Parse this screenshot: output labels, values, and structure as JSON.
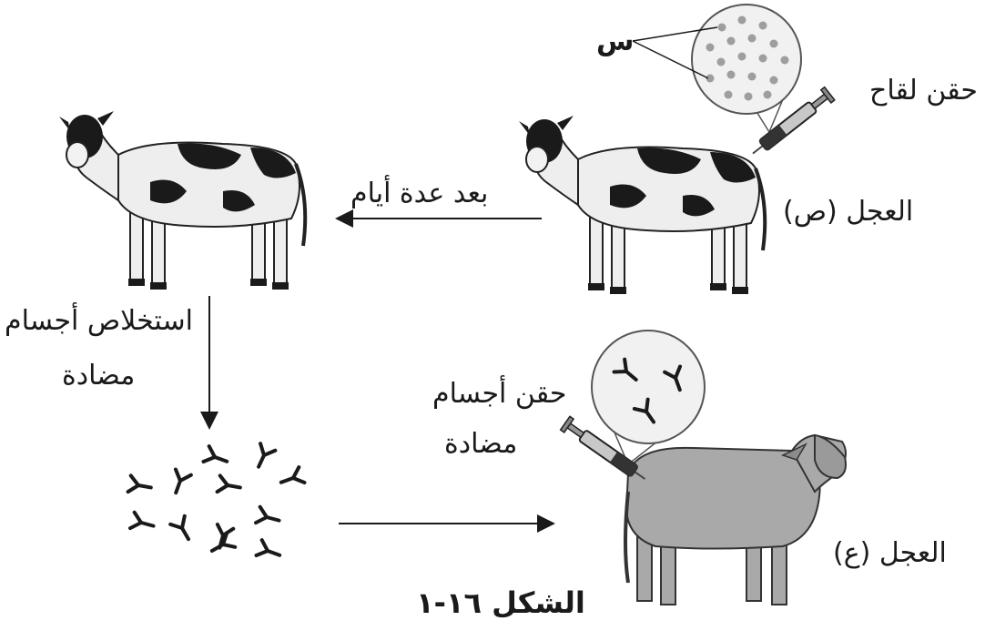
{
  "figure": {
    "title": "الشكل ١٦-١",
    "labels": {
      "antigen": "س",
      "vaccine_injection": "حقن لقاح",
      "calf_y": "العجل (ص)",
      "after_days": "بعد عدة أيام",
      "extract_line1": "استخلاص أجسام",
      "extract_line2": "مضادة",
      "antibody_injection_line1": "حقن أجسام",
      "antibody_injection_line2": "مضادة",
      "calf_a": "العجل (ع)"
    },
    "colors": {
      "ink": "#1a1a1a",
      "cow_white": "#eeeeee",
      "cow_black": "#1a1a1a",
      "calf_gray": "#a9a9a9",
      "syringe": "#c8c8c8"
    }
  }
}
